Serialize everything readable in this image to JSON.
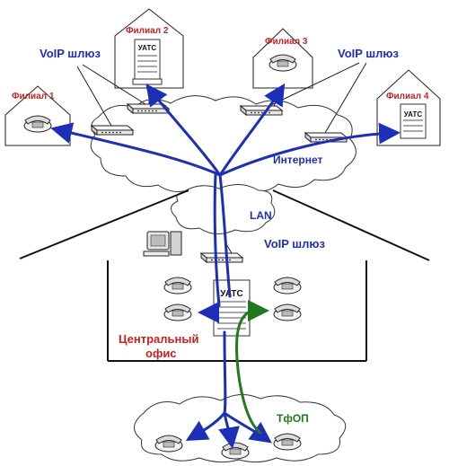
{
  "labels": {
    "branch1": "Филиал 1",
    "branch2": "Филиал 2",
    "branch3": "Филиал 3",
    "branch4": "Филиал 4",
    "voip_left": "VoIP шлюз",
    "voip_right": "VoIP шлюз",
    "voip_center": "VoIP шлюз",
    "internet": "Интернет",
    "lan": "LAN",
    "central_office_line1": "Центральный",
    "central_office_line2": "офис",
    "pstn": "ТфОП",
    "pbx": "УАТС"
  },
  "colors": {
    "branch_label": "#cc1f1f",
    "voip_label": "#1d2fb8",
    "voip_lines": "#1d2fb8",
    "pstn_line": "#1f7a1f"
  }
}
